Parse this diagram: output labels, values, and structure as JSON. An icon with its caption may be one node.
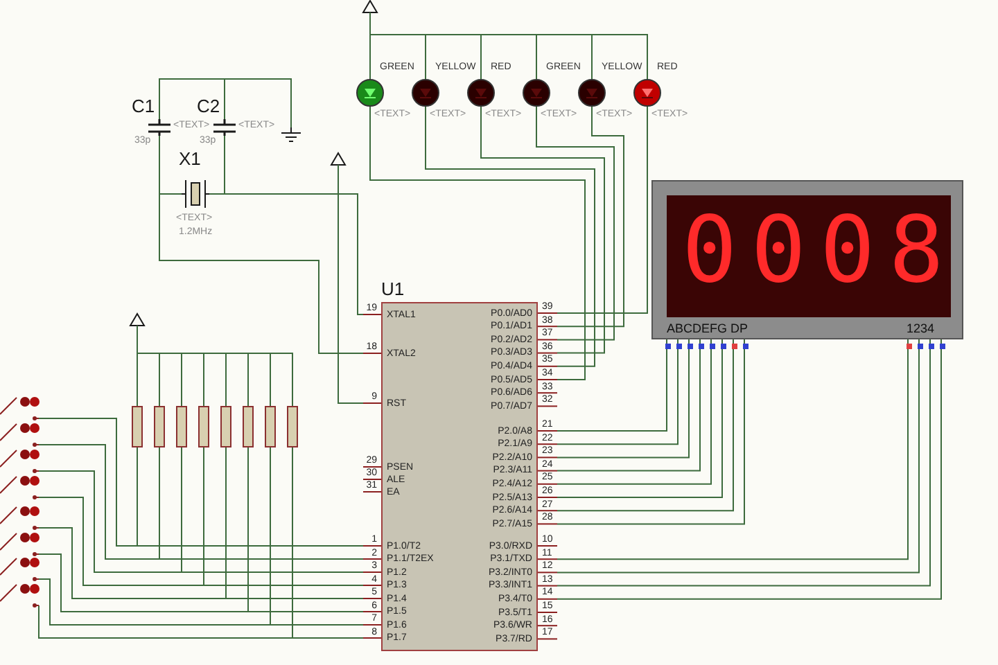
{
  "diagram": {
    "nodes": [
      {
        "text": [
          "C1"
        ],
        "beside": [
          "33p",
          "<TEXT>"
        ]
      },
      {
        "text": [
          "C2"
        ],
        "beside": [
          "33p",
          "<TEXT>"
        ]
      },
      {
        "text": [],
        "shape": "ground"
      },
      {
        "text": [
          "X1"
        ],
        "beside": [
          "<TEXT>",
          "1.2MHz"
        ]
      },
      {
        "text": [],
        "shape": "triangle"
      },
      {
        "text": [],
        "shape": "triangle"
      },
      {
        "text": [
          "GREEN"
        ],
        "beside": [
          "<TEXT>"
        ]
      },
      {
        "text": [
          "YELLOW"
        ],
        "beside": [
          "<TEXT>"
        ]
      },
      {
        "text": [
          "RED"
        ],
        "beside": [
          "<TEXT>"
        ]
      },
      {
        "text": [
          "GREEN"
        ],
        "beside": [
          "<TEXT>"
        ]
      },
      {
        "text": [
          "YELLOW"
        ],
        "beside": [
          "<TEXT>"
        ]
      },
      {
        "text": [
          "RED"
        ],
        "beside": [
          "<TEXT>"
        ]
      },
      {
        "text": [
          "U1"
        ]
      },
      {
        "text": [
          "0008",
          "ABCDEFG DP",
          "1234"
        ]
      },
      {
        "text": [],
        "shape": "triangle"
      },
      {
        "text": [],
        "shape": "resistor"
      },
      {
        "text": [],
        "shape": "resistor"
      },
      {
        "text": [],
        "shape": "resistor"
      },
      {
        "text": [],
        "shape": "resistor"
      },
      {
        "text": [],
        "shape": "resistor"
      },
      {
        "text": [],
        "shape": "resistor"
      },
      {
        "text": [],
        "shape": "resistor"
      },
      {
        "text": [],
        "shape": "resistor"
      },
      {
        "text": [],
        "shape": "switch"
      },
      {
        "text": [],
        "shape": "switch"
      },
      {
        "text": [],
        "shape": "switch"
      },
      {
        "text": [],
        "shape": "switch"
      },
      {
        "text": [],
        "shape": "switch"
      },
      {
        "text": [],
        "shape": "switch"
      },
      {
        "text": [],
        "shape": "switch"
      },
      {
        "text": [],
        "shape": "switch"
      }
    ],
    "edges": [
      {
        "from": 0,
        "to": 1,
        "arrow": "none"
      },
      {
        "from": 1,
        "to": 2,
        "arrow": "none"
      },
      {
        "from": 0,
        "to": 3,
        "arrow": "none"
      },
      {
        "from": 1,
        "to": 3,
        "arrow": "none"
      },
      {
        "from": 3,
        "to": 12,
        "arrow": "none"
      },
      {
        "from": 3,
        "to": 12,
        "arrow": "none"
      },
      {
        "from": 4,
        "to": 12,
        "arrow": "none"
      },
      {
        "from": 5,
        "to": 6,
        "arrow": "none"
      },
      {
        "from": 5,
        "to": 7,
        "arrow": "none"
      },
      {
        "from": 5,
        "to": 8,
        "arrow": "none"
      },
      {
        "from": 5,
        "to": 9,
        "arrow": "none"
      },
      {
        "from": 5,
        "to": 10,
        "arrow": "none"
      },
      {
        "from": 5,
        "to": 11,
        "arrow": "none"
      },
      {
        "from": 6,
        "to": 12,
        "arrow": "none"
      },
      {
        "from": 7,
        "to": 12,
        "arrow": "none"
      },
      {
        "from": 8,
        "to": 12,
        "arrow": "none"
      },
      {
        "from": 9,
        "to": 12,
        "arrow": "none"
      },
      {
        "from": 10,
        "to": 12,
        "arrow": "none"
      },
      {
        "from": 11,
        "to": 12,
        "arrow": "none"
      },
      {
        "from": 14,
        "to": 15,
        "arrow": "none"
      },
      {
        "from": 14,
        "to": 16,
        "arrow": "none"
      },
      {
        "from": 14,
        "to": 17,
        "arrow": "none"
      },
      {
        "from": 14,
        "to": 18,
        "arrow": "none"
      },
      {
        "from": 14,
        "to": 19,
        "arrow": "none"
      },
      {
        "from": 14,
        "to": 20,
        "arrow": "none"
      },
      {
        "from": 14,
        "to": 21,
        "arrow": "none"
      },
      {
        "from": 14,
        "to": 22,
        "arrow": "none"
      },
      {
        "from": 15,
        "to": 12,
        "arrow": "none"
      },
      {
        "from": 16,
        "to": 12,
        "arrow": "none"
      },
      {
        "from": 17,
        "to": 12,
        "arrow": "none"
      },
      {
        "from": 18,
        "to": 12,
        "arrow": "none"
      },
      {
        "from": 19,
        "to": 12,
        "arrow": "none"
      },
      {
        "from": 20,
        "to": 12,
        "arrow": "none"
      },
      {
        "from": 21,
        "to": 12,
        "arrow": "none"
      },
      {
        "from": 22,
        "to": 12,
        "arrow": "none"
      },
      {
        "from": 23,
        "to": 12,
        "arrow": "none"
      },
      {
        "from": 24,
        "to": 12,
        "arrow": "none"
      },
      {
        "from": 25,
        "to": 12,
        "arrow": "none"
      },
      {
        "from": 26,
        "to": 12,
        "arrow": "none"
      },
      {
        "from": 27,
        "to": 12,
        "arrow": "none"
      },
      {
        "from": 28,
        "to": 12,
        "arrow": "none"
      },
      {
        "from": 29,
        "to": 12,
        "arrow": "none"
      },
      {
        "from": 30,
        "to": 12,
        "arrow": "none"
      },
      {
        "from": 12,
        "to": 13,
        "arrow": "none"
      },
      {
        "from": 12,
        "to": 13,
        "arrow": "none"
      },
      {
        "from": 12,
        "to": 13,
        "arrow": "none"
      },
      {
        "from": 12,
        "to": 13,
        "arrow": "none"
      },
      {
        "from": 12,
        "to": 13,
        "arrow": "none"
      },
      {
        "from": 12,
        "to": 13,
        "arrow": "none"
      },
      {
        "from": 12,
        "to": 13,
        "arrow": "none"
      },
      {
        "from": 12,
        "to": 13,
        "arrow": "none"
      },
      {
        "from": 12,
        "to": 13,
        "arrow": "none"
      },
      {
        "from": 12,
        "to": 13,
        "arrow": "none"
      },
      {
        "from": 12,
        "to": 13,
        "arrow": "none"
      },
      {
        "from": 12,
        "to": 13,
        "arrow": "none"
      }
    ],
    "labels": [
      "19",
      "XTAL1",
      "18",
      "XTAL2",
      "9",
      "RST",
      "29",
      "PSEN",
      "30",
      "ALE",
      "31",
      "EA",
      "1",
      "P1.0/T2",
      "2",
      "P1.1/T2EX",
      "3",
      "P1.2",
      "4",
      "P1.3",
      "5",
      "P1.4",
      "6",
      "P1.5",
      "7",
      "P1.6",
      "8",
      "P1.7",
      "39",
      "P0.0/AD0",
      "38",
      "P0.1/AD1",
      "37",
      "P0.2/AD2",
      "36",
      "P0.3/AD3",
      "35",
      "P0.4/AD4",
      "34",
      "P0.5/AD5",
      "33",
      "P0.6/AD6",
      "32",
      "P0.7/AD7",
      "21",
      "P2.0/A8",
      "22",
      "P2.1/A9",
      "23",
      "P2.2/A10",
      "24",
      "P2.3/A11",
      "25",
      "P2.4/A12",
      "26",
      "P2.5/A13",
      "27",
      "P2.6/A14",
      "28",
      "P2.7/A15",
      "10",
      "P3.0/RXD",
      "11",
      "P3.1/TXD",
      "12",
      "P3.2/INT0",
      "13",
      "P3.3/INT1",
      "14",
      "P3.4/T0",
      "15",
      "P3.5/T1",
      "16",
      "P3.6/WR",
      "17",
      "P3.7/RD"
    ]
  }
}
